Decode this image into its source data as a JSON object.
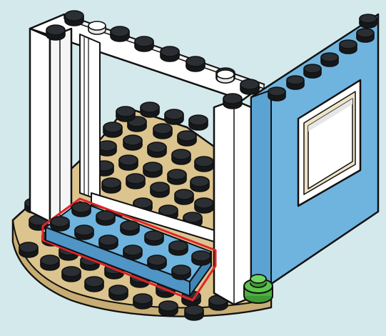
{
  "scene": {
    "subject": "building-instruction-step",
    "colors": {
      "background": "#d4e9ec",
      "base_plate": "#dcc48e",
      "base_plate_stud": "#2a1f10",
      "white_brick": "#ffffff",
      "blue_wall": "#6fb4df",
      "blue_plate": "#6fb4df",
      "highlight": "#e0242a",
      "green_stud": "#4caf3f",
      "outline": "#111111",
      "window_glass": "#ffffff",
      "window_interior": "#ede3c6"
    },
    "parts": [
      {
        "id": "base-plate",
        "color": "tan",
        "shape": "quarter-round"
      },
      {
        "id": "white-door-frame",
        "color": "white",
        "shape": "frame"
      },
      {
        "id": "blue-wall-panel",
        "color": "blue",
        "shape": "panel-with-window"
      },
      {
        "id": "blue-plate-2x6",
        "color": "blue",
        "shape": "plate",
        "highlighted": true
      },
      {
        "id": "green-round-stud",
        "color": "green",
        "shape": "round-1x1"
      }
    ],
    "highlighted_part": "blue-plate-2x6"
  }
}
